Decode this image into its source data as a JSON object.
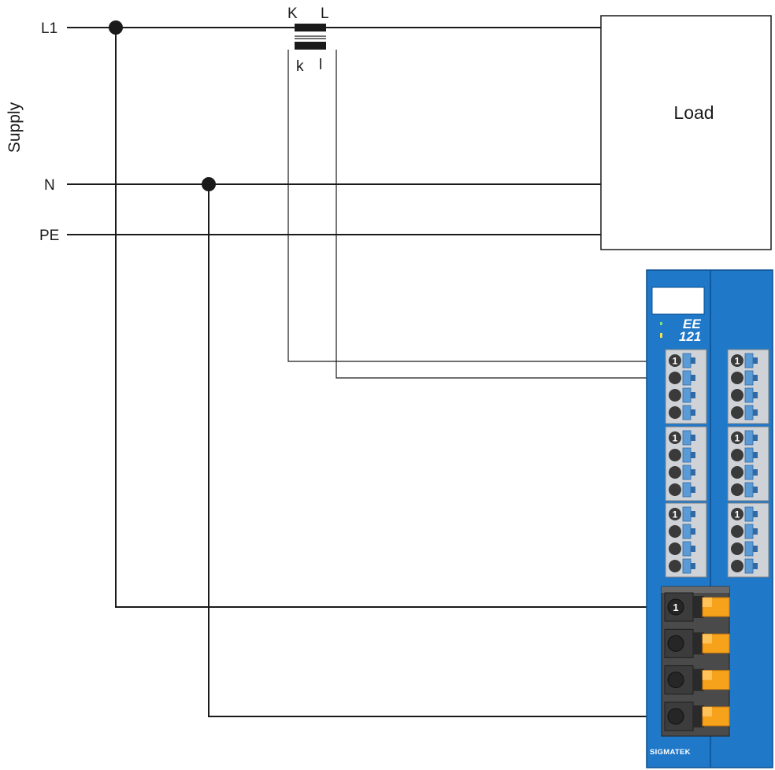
{
  "supply": {
    "label": "Supply",
    "lines": [
      "L1",
      "N",
      "PE"
    ]
  },
  "transformer": {
    "primary_labels": [
      "K",
      "L"
    ],
    "secondary_labels": [
      "k",
      "l"
    ]
  },
  "load": {
    "label": "Load"
  },
  "module": {
    "name_line1": "EE",
    "name_line2": "121",
    "brand": "SIGMATEK",
    "pin_label": "1",
    "colors": {
      "body": "#1f78c8",
      "body_dark": "#1566b0",
      "terminal_block": "#cfd3d8",
      "contact": "#3a3a3a",
      "spring_blue": "#5b9bd5",
      "power_block": "#3c3c3c",
      "lever_orange": "#f7a21b"
    }
  }
}
